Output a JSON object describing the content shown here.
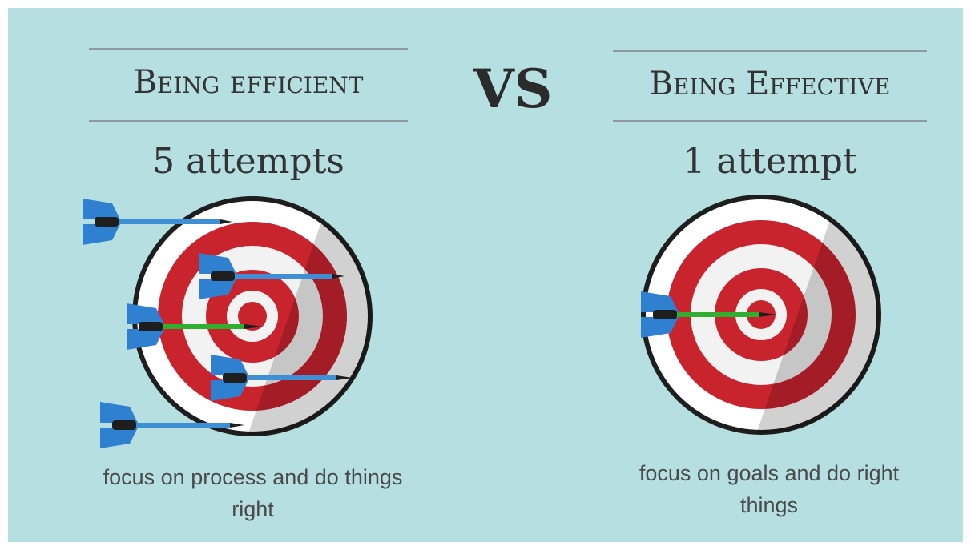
{
  "left": {
    "header": "Being efficient",
    "attempts": "5 attempts",
    "caption": "focus on process and do things right"
  },
  "vs": "VS",
  "right": {
    "header": "Being Effective",
    "attempts": "1 attempt",
    "caption": "focus on goals and do right things"
  },
  "colors": {
    "background": "#b5dfe1",
    "ring_red": "#c9232e",
    "ring_white": "#f2f2f2",
    "dart_blue": "#2f80d0",
    "dart_green": "#2fae2f"
  },
  "icons": [
    "target-icon",
    "dart-icon"
  ]
}
